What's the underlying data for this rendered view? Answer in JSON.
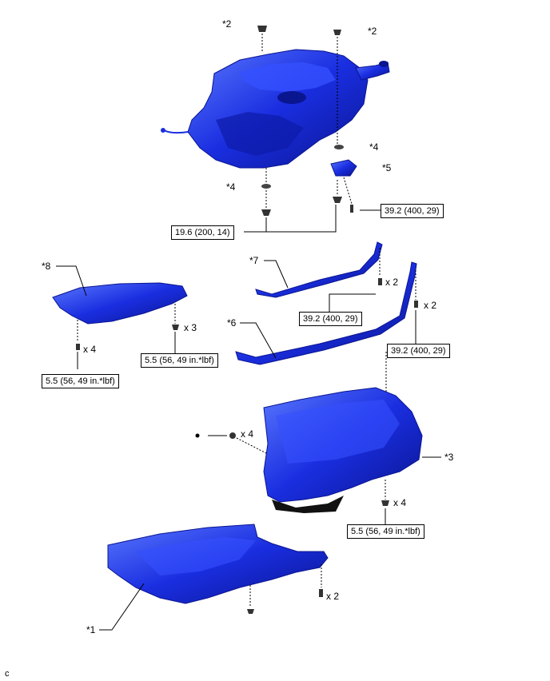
{
  "callouts": {
    "tank_grommet_left": "*2",
    "tank_grommet_right": "*2",
    "cushion_upper": "*4",
    "bracket": "*5",
    "cushion_lower": "*4",
    "undercover_rear_left": "*8",
    "band_upper": "*7",
    "band_lower": "*6",
    "heat_insulator": "*3",
    "undercover_main": "*1",
    "figure_code": "c"
  },
  "torque": {
    "tank_clamp": "19.6 (200, 14)",
    "bracket_bolt": "39.2 (400, 29)",
    "band7_bolt": "39.2 (400, 29)",
    "band6_bolt": "39.2 (400, 29)",
    "undercover8_left": "5.5 (56, 49 in.*lbf)",
    "undercover8_right": "5.5 (56, 49 in.*lbf)",
    "insulator_bolt": "5.5 (56, 49 in.*lbf)"
  },
  "quantities": {
    "u8_left": "x 4",
    "u8_right": "x 3",
    "band7": "x 2",
    "band6": "x 2",
    "insulator_clip": "x 4",
    "insulator_bolt": "x 4",
    "undercover1": "x 2"
  },
  "colors": {
    "part_blue": "#1a2ee0",
    "part_dark": "#0a1590",
    "part_light": "#4d6bff"
  }
}
